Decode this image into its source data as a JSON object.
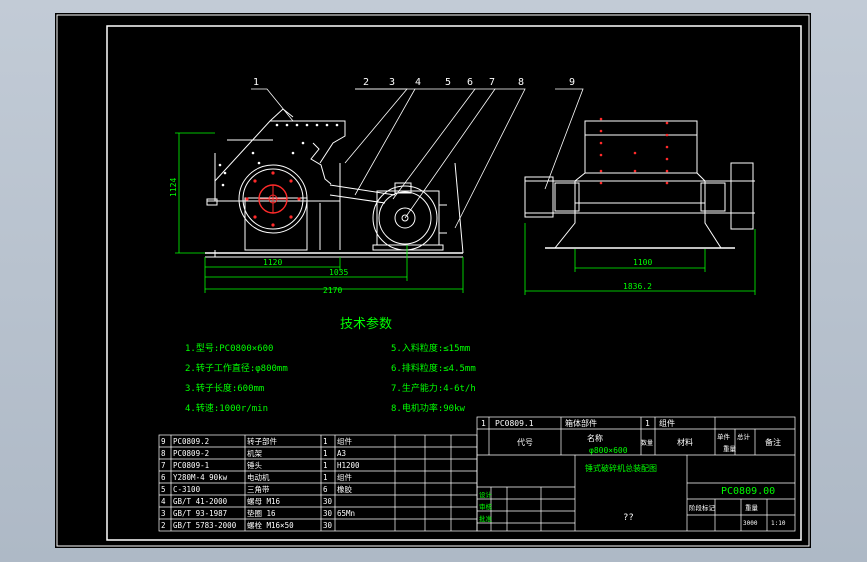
{
  "dimensions": {
    "height": "1124",
    "width_main": "1120",
    "width_mid": "1035",
    "width_total": "2170",
    "width_side": "1100",
    "width_side_total": "1836.2"
  },
  "balloons": [
    "1",
    "2",
    "3",
    "4",
    "5",
    "6",
    "7",
    "8",
    "9"
  ],
  "tech_params": {
    "title": "技术参数",
    "left": [
      "1.型号:PC0800×600",
      "2.转子工作直径:φ800mm",
      "3.转子长度:600mm",
      "4.转速:1000r/min"
    ],
    "right": [
      "5.入料粒度:≤15mm",
      "6.排料粒度:≤4.5mm",
      "7.生产能力:4-6t/h",
      "8.电机功率:90kw"
    ]
  },
  "bom_rows": [
    [
      "9",
      "PC0809.2",
      "转子部件",
      "1",
      "组件",
      ""
    ],
    [
      "8",
      "PC0809-2",
      "机架",
      "1",
      "A3",
      ""
    ],
    [
      "7",
      "PC0809-1",
      "锤头",
      "1",
      "H1200",
      ""
    ],
    [
      "6",
      "Y280M-4  90kw",
      "电动机",
      "1",
      "组件",
      ""
    ],
    [
      "5",
      "C-3100",
      "三角带",
      "6",
      "橡胶",
      ""
    ],
    [
      "4",
      "GB/T 41-2000",
      "螺母 M16",
      "30",
      "",
      ""
    ],
    [
      "3",
      "GB/T 93-1987",
      "垫圈 16",
      "30",
      "65Mn",
      ""
    ],
    [
      "2",
      "GB/T 5783-2000",
      "螺栓 M16×50",
      "30",
      "",
      ""
    ]
  ],
  "header_row": {
    "num": "1",
    "code": "PC0809.1",
    "name": "箱体部件",
    "qty": "1",
    "mat": "组件",
    "h_code": "代号",
    "h_name": "名称",
    "h_spec": "φ800×600",
    "h_qty": "数量",
    "h_mat": "材料",
    "h_unit": "单件",
    "h_total": "总计",
    "h_weight": "重量",
    "h_note": "备注"
  },
  "title_block": {
    "drawing_title": "锤式破碎机总装配图",
    "drawing_code": "PC0809.00",
    "placeholder": "??",
    "design": "设计",
    "check": "审核",
    "approve": "批准",
    "stage": "阶段标记",
    "weight": "重量",
    "scale_value": "1:10",
    "weight_value": "3000"
  },
  "colors": {
    "border": "#ffffff",
    "balloon_lines": "#ffffff",
    "dims": "#00ff00",
    "tech": "#00ff00",
    "machine": "#ffffff",
    "hub": "#ff2a2a",
    "table_text": "#ffffff",
    "code_color": "#00ff00"
  }
}
